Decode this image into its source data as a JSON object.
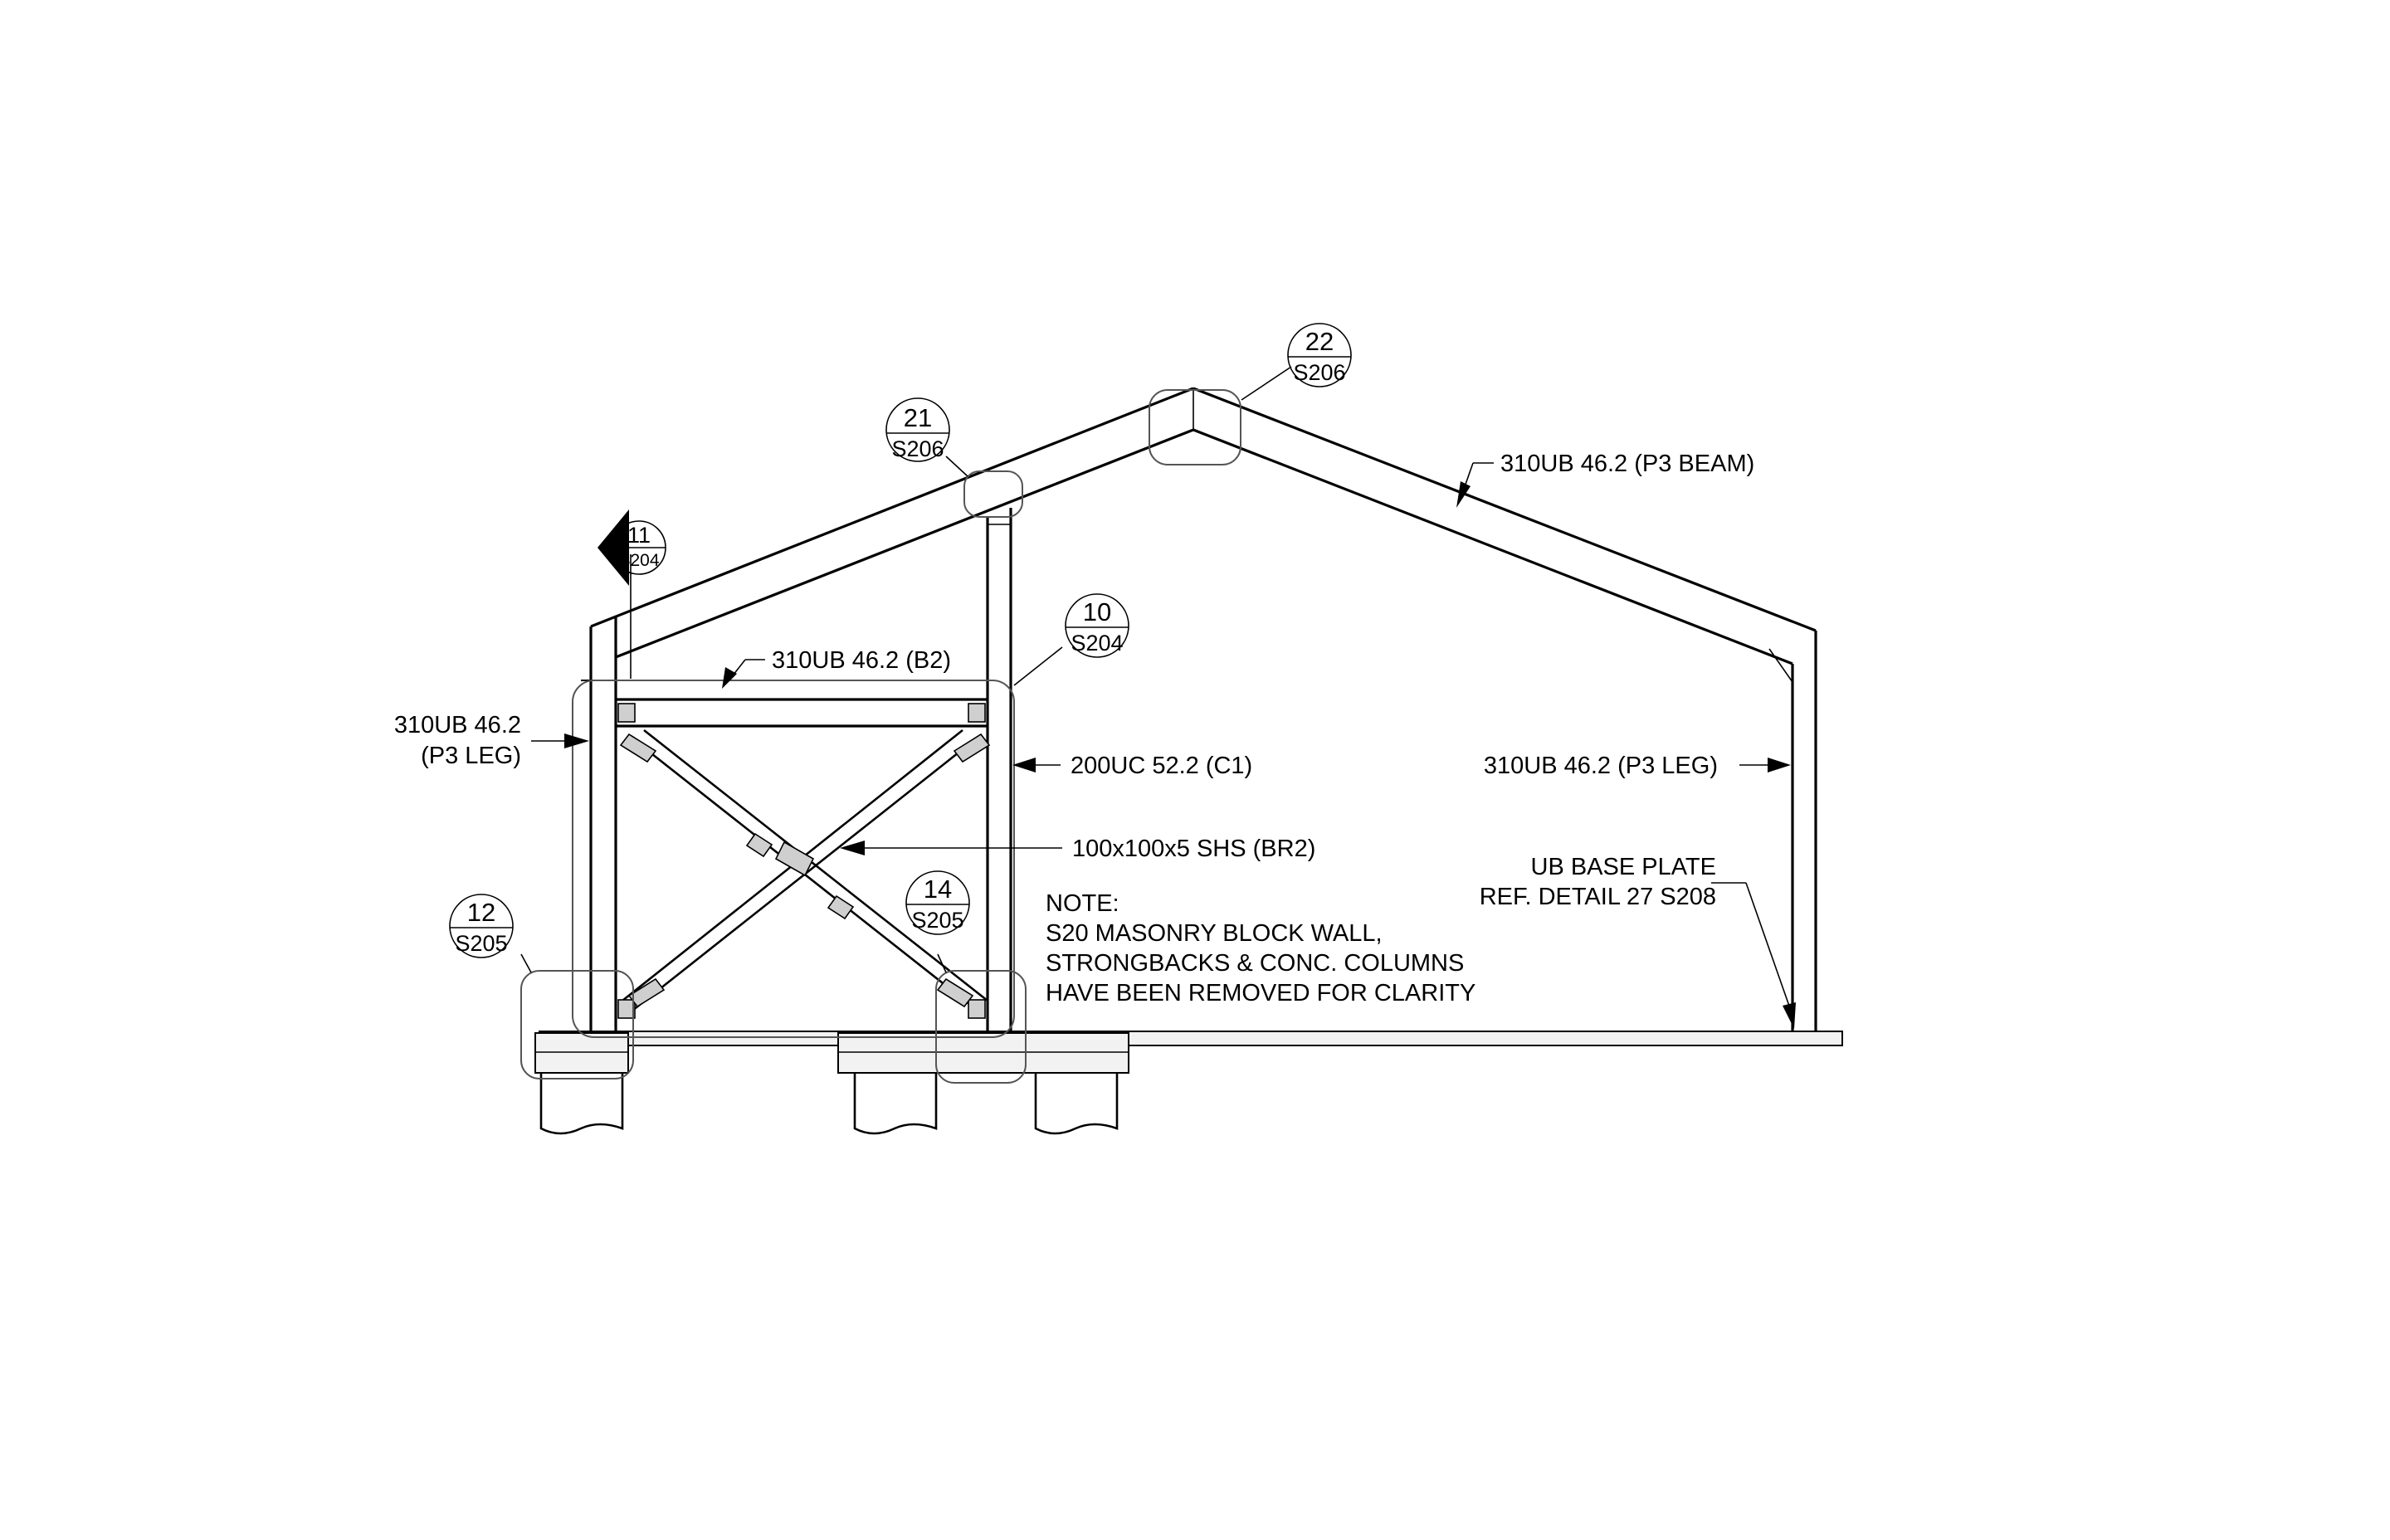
{
  "labels": {
    "beam_p3": "310UB 46.2 (P3 BEAM)",
    "beam_b2": "310UB 46.2 (B2)",
    "leg_left_line1": "310UB 46.2",
    "leg_left_line2": "(P3 LEG)",
    "column_c1": "200UC 52.2 (C1)",
    "leg_right": "310UB 46.2 (P3 LEG)",
    "brace_br2": "100x100x5 SHS (BR2)",
    "base_plate_line1": "UB BASE PLATE",
    "base_plate_line2": "REF. DETAIL 27 S208"
  },
  "note": {
    "line1": "NOTE:",
    "line2": "S20 MASONRY BLOCK WALL,",
    "line3": "STRONGBACKS & CONC. COLUMNS",
    "line4": "HAVE BEEN REMOVED FOR CLARITY"
  },
  "callouts": [
    {
      "detail": "22",
      "sheet": "S206"
    },
    {
      "detail": "21",
      "sheet": "S206"
    },
    {
      "detail": "11",
      "sheet": "S204"
    },
    {
      "detail": "10",
      "sheet": "S204"
    },
    {
      "detail": "12",
      "sheet": "S205"
    },
    {
      "detail": "14",
      "sheet": "S205"
    }
  ]
}
